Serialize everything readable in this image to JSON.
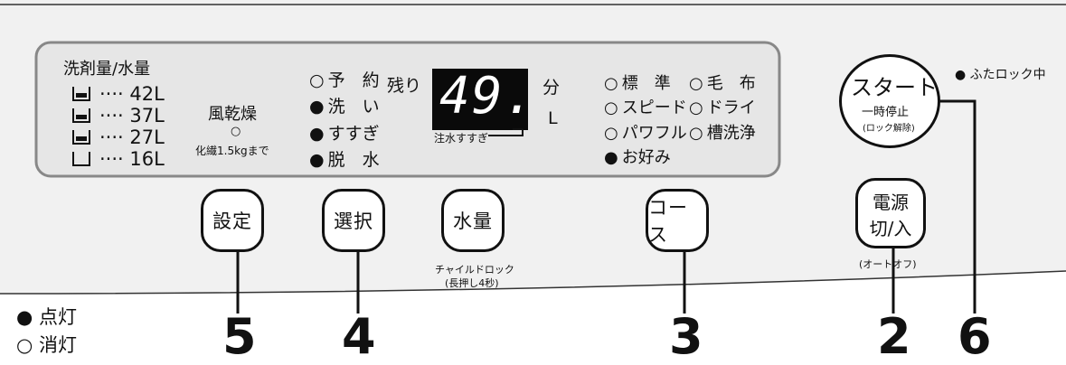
{
  "panel": {
    "water_header": "洗剤量/水量",
    "water_levels": [
      {
        "label": "···· 42L"
      },
      {
        "label": "···· 37L"
      },
      {
        "label": "···· 27L"
      },
      {
        "label": "···· 16L"
      }
    ],
    "air_dry_label": "風乾燥",
    "air_dry_note": "化繊1.5kgまで",
    "process_items": [
      "予　約",
      "洗　い",
      "すすぎ",
      "脱　水"
    ],
    "remaining_label": "残り",
    "display_value": "49.",
    "unit_minute": "分",
    "unit_liter": "L",
    "pour_label": "注水すすぎ",
    "course_items": [
      "標　準",
      "毛　布",
      "スピード",
      "ドライ",
      "パワフル",
      "槽洗浄",
      "お好み"
    ]
  },
  "buttons": {
    "settei": "設定",
    "sentaku": "選択",
    "suiryou": "水量",
    "course": "コース",
    "start_main": "スタート",
    "start_sub": "一時停止",
    "start_small": "(ロック解除)",
    "power_line1": "電源",
    "power_line2": "切/入"
  },
  "notes": {
    "child_lock_1": "チャイルドロック",
    "child_lock_2": "(長押し4秒)",
    "auto_off": "(オートオフ)",
    "lid_lock": "ふたロック中"
  },
  "legend": {
    "on": "点灯",
    "off": "消灯"
  },
  "callouts": [
    "5",
    "4",
    "3",
    "2",
    "6"
  ]
}
